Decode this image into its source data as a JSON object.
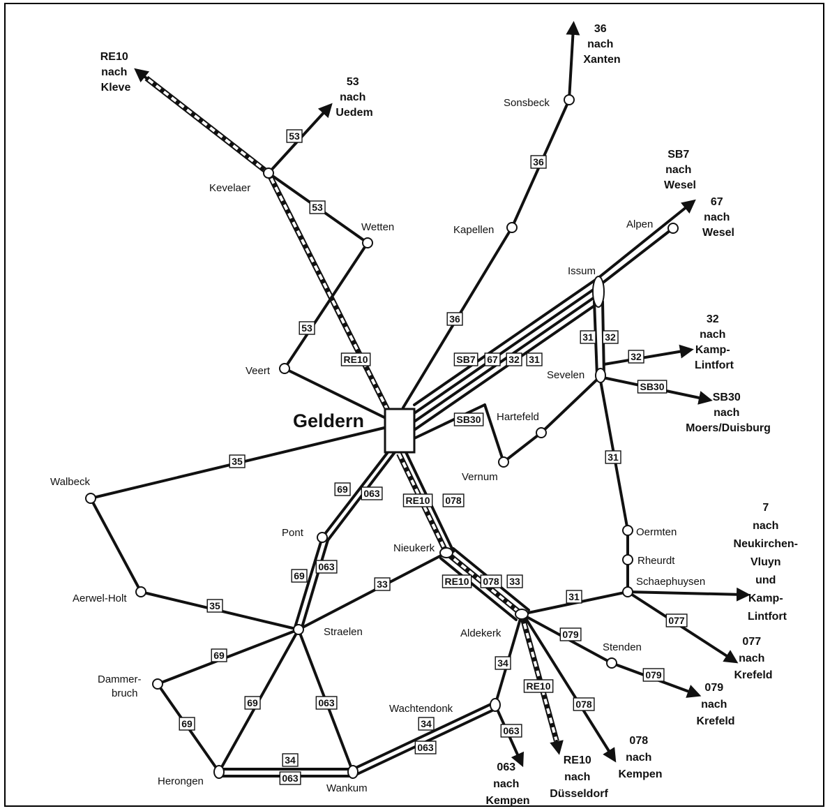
{
  "hub": "Geldern",
  "stations": {
    "kevelaer": "Kevelaer",
    "wetten": "Wetten",
    "veert": "Veert",
    "sonsbeck": "Sonsbeck",
    "kapellen": "Kapellen",
    "alpen": "Alpen",
    "issum": "Issum",
    "sevelen": "Sevelen",
    "hartefeld": "Hartefeld",
    "vernum": "Vernum",
    "walbeck": "Walbeck",
    "pont": "Pont",
    "nieukerk": "Nieukerk",
    "aerwel_holt": "Aerwel-Holt",
    "straelen": "Straelen",
    "aldekerk": "Aldekerk",
    "stenden": "Stenden",
    "oermten": "Oermten",
    "rheurdt": "Rheurdt",
    "schaephuysen": "Schaephuysen",
    "dammerbruch_1": "Dammer-",
    "dammerbruch_2": "bruch",
    "wachtendonk": "Wachtendonk",
    "herongen": "Herongen",
    "wankum": "Wankum"
  },
  "destinations": {
    "re10_kleve": [
      "RE10",
      "nach",
      "Kleve"
    ],
    "l53_uedem": [
      "53",
      "nach",
      "Uedem"
    ],
    "l36_xanten": [
      "36",
      "nach",
      "Xanten"
    ],
    "sb7_wesel": [
      "SB7",
      "nach",
      "Wesel"
    ],
    "l67_wesel": [
      "67",
      "nach",
      "Wesel"
    ],
    "l32_kamp": [
      "32",
      "nach",
      "Kamp-",
      "Lintfort"
    ],
    "sb30_moers": [
      "SB30",
      "nach",
      "Moers/Duisburg"
    ],
    "l7_neukirchen": [
      "7",
      "nach",
      "Neukirchen-",
      "Vluyn",
      "und",
      "Kamp-",
      "Lintfort"
    ],
    "l077_krefeld": [
      "077",
      "nach",
      "Krefeld"
    ],
    "l079_krefeld": [
      "079",
      "nach",
      "Krefeld"
    ],
    "l078_kempen": [
      "078",
      "nach",
      "Kempen"
    ],
    "re10_duesseldorf": [
      "RE10",
      "nach",
      "Düsseldorf"
    ],
    "l063_kempen": [
      "063",
      "nach",
      "Kempen"
    ]
  },
  "line_labels": {
    "k53a": "53",
    "k53b": "53",
    "v53": "53",
    "re10a": "RE10",
    "l36a": "36",
    "l36b": "36",
    "bundle": [
      "SB7",
      "67",
      "32",
      "31"
    ],
    "sb30a": "SB30",
    "i31": "31",
    "i32": "32",
    "s32": "32",
    "sb30b": "SB30",
    "s31": "31",
    "w35": "35",
    "p69": "69",
    "p063": "063",
    "re10b": "RE10",
    "n078": "078",
    "q69": "69",
    "q063": "063",
    "n33": "33",
    "nk": [
      "RE10",
      "078",
      "33"
    ],
    "a35": "35",
    "d69": "69",
    "h69": "69",
    "sh69": "69",
    "sw063": "063",
    "a31": "31",
    "s077": "077",
    "a079": "079",
    "st079": "079",
    "a34": "34",
    "re10c": "RE10",
    "a078": "078",
    "wa34": "34",
    "wa063": "063",
    "wd063": "063",
    "hw34": "34",
    "hw063": "063"
  }
}
